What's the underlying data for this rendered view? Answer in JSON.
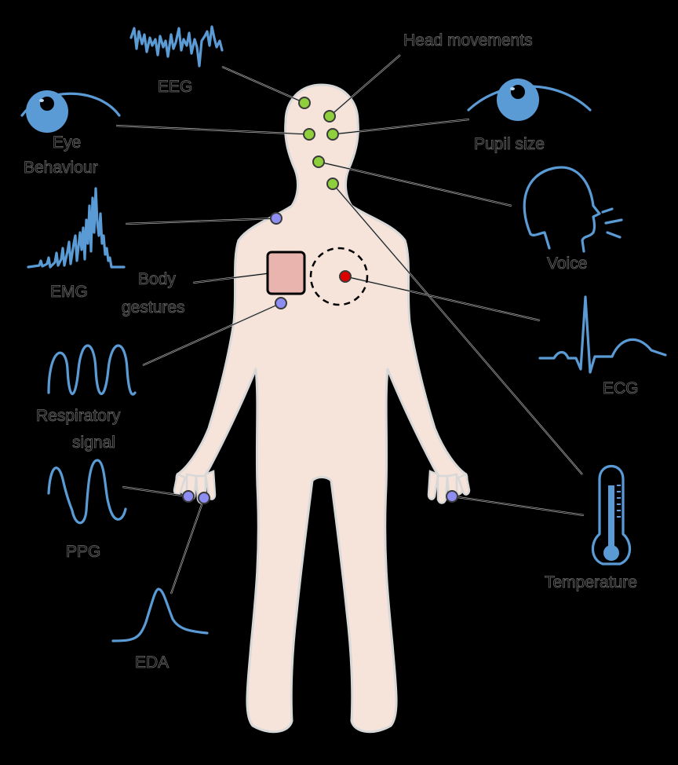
{
  "colors": {
    "background": "#000000",
    "body_fill": "#f6e4da",
    "body_outline": "#d8d8d8",
    "signal_blue": "#5b9bd5",
    "sensor_green": "#8fce3c",
    "sensor_purple": "#8e8ef2",
    "sensor_red": "#dd0000",
    "patch_pink": "#eab4ae",
    "label_stroke": "#6e6e6e"
  },
  "labels": {
    "eeg": "EEG",
    "head_movements": "Head movements",
    "eye_line1": "Eye",
    "eye_line2": "Behaviour",
    "pupil_size": "Pupil size",
    "voice": "Voice",
    "emg": "EMG",
    "body_gestures_line1": "Body",
    "body_gestures_line2": "gestures",
    "ecg": "ECG",
    "respiratory_line1": "Respiratory",
    "respiratory_line2": "signal",
    "ppg": "PPG",
    "temperature": "Temperature",
    "eda": "EDA"
  },
  "icons": [
    "eeg-signal-icon",
    "eye-icon",
    "pupil-eye-icon",
    "head-profile-icon",
    "emg-signal-icon",
    "ecg-signal-icon",
    "respiratory-signal-icon",
    "ppg-signal-icon",
    "thermometer-icon",
    "eda-signal-icon"
  ]
}
